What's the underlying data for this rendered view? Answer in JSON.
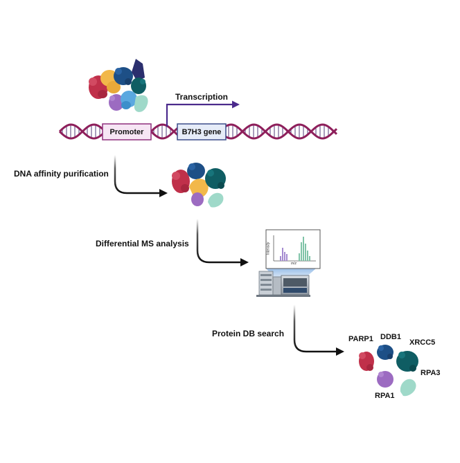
{
  "diagram": {
    "dna": {
      "promoter_label": "Promoter",
      "gene_label": "B7H3 gene",
      "transcription_label": "Transcription"
    },
    "steps": [
      {
        "label": "DNA affinity purification"
      },
      {
        "label": "Differential MS analysis"
      },
      {
        "label": "Protein DB search"
      }
    ],
    "ms_plot": {
      "ylabel": "Intensity",
      "xlabel": "m/z"
    },
    "proteins": [
      {
        "name": "PARP1",
        "color": "#c0304a"
      },
      {
        "name": "DDB1",
        "color": "#1d4f86"
      },
      {
        "name": "XRCC5",
        "color": "#0f5d63"
      },
      {
        "name": "RPA3",
        "color": "#9fd9c9"
      },
      {
        "name": "RPA1",
        "color": "#9c6bc1"
      }
    ],
    "colors": {
      "dna_strand": "#8e1f5b",
      "dna_rungs": "#6f5a8f",
      "promoter_fill": "#f6e6f4",
      "promoter_border": "#8e2e7c",
      "gene_fill": "#e6ecf8",
      "gene_border": "#3c4d8a",
      "transcription_arrow": "#4b2a8c",
      "process_arrow": "#111111",
      "complex_yellow": "#f2b84a",
      "complex_lightblue": "#5ba8e0",
      "complex_navy": "#2b2f6e"
    }
  }
}
